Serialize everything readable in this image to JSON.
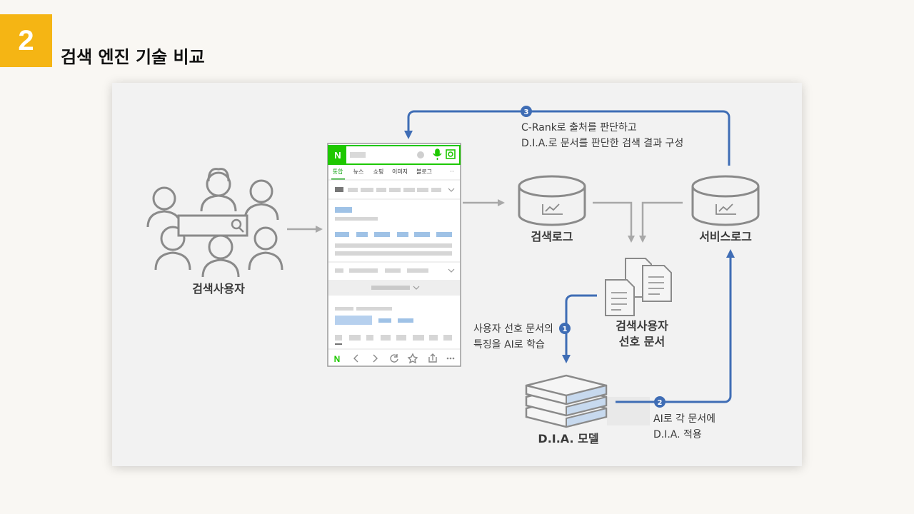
{
  "slide": {
    "number": "2",
    "title": "검색 엔진 기술 비교"
  },
  "diagram": {
    "search_users_label": "검색사용자",
    "search_log_label": "검색로그",
    "service_log_label": "서비스로그",
    "preferred_docs_label_1": "검색사용자",
    "preferred_docs_label_2": "선호 문서",
    "dia_model_label": "D.I.A. 모델",
    "step1_number": "1",
    "step1_text_1": "사용자 선호 문서의",
    "step1_text_2": "특징을 AI로 학습",
    "step2_number": "2",
    "step2_text_1": "AI로 각 문서에",
    "step2_text_2": "D.I.A. 적용",
    "step3_number": "3",
    "step3_text_1": "C-Rank로 출처를 판단하고",
    "step3_text_2": "D.I.A.로 문서를 판단한 검색 결과 구성",
    "accent_color": "#3f6db5"
  },
  "phone": {
    "logo": "N",
    "tabs": [
      "통합",
      "뉴스",
      "쇼핑",
      "이미지",
      "블로그"
    ],
    "more": "···",
    "bottom_logo": "N",
    "nav_icons": [
      "back-icon",
      "forward-icon",
      "refresh-icon",
      "star-icon",
      "share-icon",
      "more-icon"
    ]
  }
}
